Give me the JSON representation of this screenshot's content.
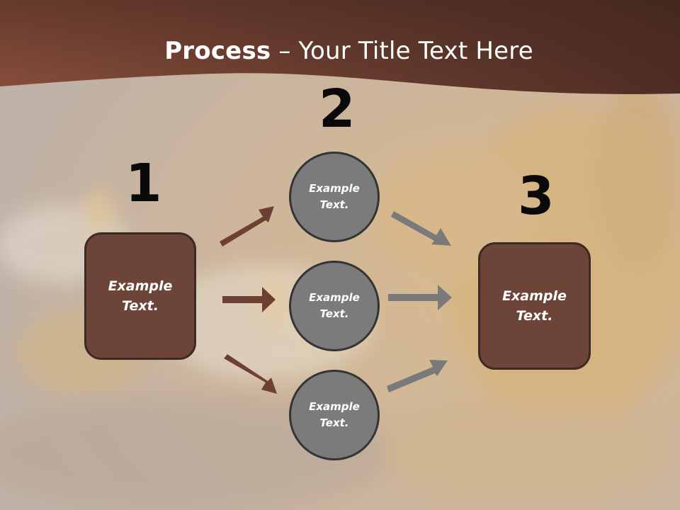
{
  "title": {
    "bold": "Process",
    "rest": " – Your Title Text Here"
  },
  "steps": {
    "one": {
      "number": "1",
      "text": "Example\nText."
    },
    "two": {
      "number": "2"
    },
    "three": {
      "number": "3",
      "text": "Example\nText."
    }
  },
  "circles": [
    {
      "text": "Example\nText."
    },
    {
      "text": "Example\nText."
    },
    {
      "text": "Example\nText."
    }
  ],
  "colors": {
    "banner": "#5c3327",
    "box": "#6d4538",
    "circle": "#7b7b7b",
    "arrow_in": "#6e4033",
    "arrow_out": "#7a7a7a"
  }
}
